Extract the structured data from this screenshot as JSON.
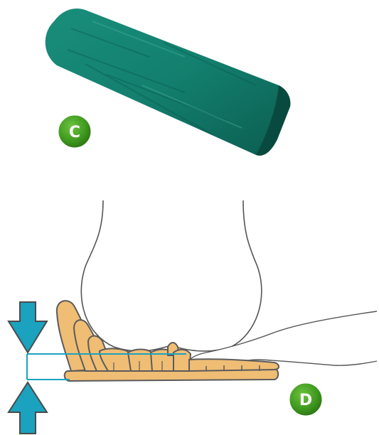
{
  "labels": {
    "c": "C",
    "d": "D"
  },
  "colors": {
    "cover_teal": "#137f6e",
    "cover_teal_dark": "#0b5d50",
    "cushion_fill": "#f0bd74",
    "cushion_stroke": "#5b5b5b",
    "arrow_teal": "#1aa2bf",
    "badge_green": "#3f9a1f",
    "badge_green_dark": "#2a6e12",
    "outline": "#555555"
  },
  "icons": {
    "cover": "rolled-cover-illustration",
    "arrow_down": "arrow-down-icon",
    "arrow_up": "arrow-up-icon"
  }
}
